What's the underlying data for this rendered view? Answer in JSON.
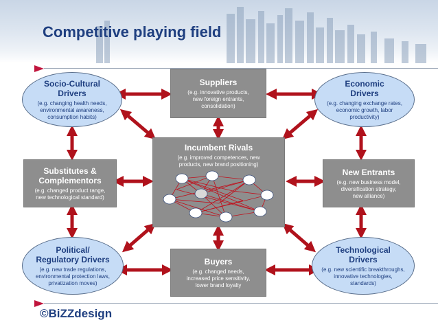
{
  "title": "Competitive playing field",
  "brand": "©BiZZdesign",
  "colors": {
    "title": "#1f3f80",
    "ellipse_fill": "#c6dcf6",
    "box_fill": "#8e8e8e",
    "arrow": "#b0121c",
    "accent_flag": "#c0143c"
  },
  "nodes": {
    "socio_cultural": {
      "title": "Socio-Cultural\nDrivers",
      "subtitle": "(e.g. changing health needs,\nenvironmental awareness,\nconsumption habits)"
    },
    "suppliers": {
      "title": "Suppliers",
      "subtitle": "(e.g. innovative products,\nnew foreign entrants,\nconsolidation)"
    },
    "economic": {
      "title": "Economic\nDrivers",
      "subtitle": "(e.g. changing exchange rates,\neconomic growth, labor\nproductivity)"
    },
    "incumbent_rivals": {
      "title": "Incumbent Rivals",
      "subtitle": "(e.g. improved competences, new\nproducts, new brand positioning)"
    },
    "substitutes": {
      "title": "Substitutes &\nComplementors",
      "subtitle": "(e.g. changed product range,\nnew technological standard)"
    },
    "new_entrants": {
      "title": "New Entrants",
      "subtitle": "(e.g. new business model,\ndiversification strategy,\nnew alliance)"
    },
    "political": {
      "title": "Political/\nRegulatory Drivers",
      "subtitle": "(e.g. new trade regulations,\nenvironmental protection laws,\nprivatization moves)"
    },
    "buyers": {
      "title": "Buyers",
      "subtitle": "(e.g. changed needs,\nincreased price sensitivity,\nlower brand loyalty"
    },
    "technological": {
      "title": "Technological\nDrivers",
      "subtitle": "(e.g. new scientific breakthroughs,\ninnovative technologies,\nstandards)"
    }
  }
}
